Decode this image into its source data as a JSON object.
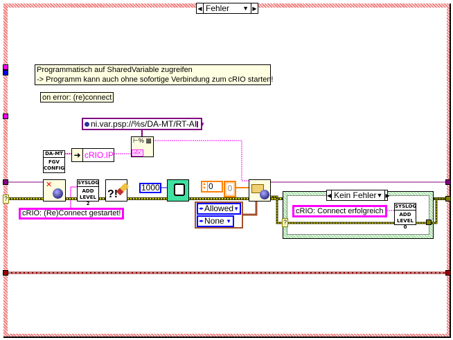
{
  "outer_case": {
    "selector": "Fehler"
  },
  "comments": {
    "line1": "Programmatisch auf SharedVariable zugreifen",
    "line2": "-> Programm kann auch ohne sofortige Verbindung zum cRIO starten!",
    "on_error": "on error: (re)connect"
  },
  "path_constant": "ni.var.psp://%s/DA-MT/RT-AI",
  "fgv": {
    "header": "DA-MT",
    "line1": "FGV",
    "line2": "CONFIG"
  },
  "unbundle_field": "cRIO.IP",
  "syslog2": {
    "header": "SYSLOG",
    "line1": "ADD",
    "line2": "LEVEL 2"
  },
  "syslog0": {
    "header": "SYSLOG",
    "line1": "ADD",
    "line2": "LEVEL 0"
  },
  "start_message": "cRIO: (Re)Connect gestartet!",
  "wait_ms": "1000",
  "numeric1": "0",
  "numeric2": "0",
  "enum1": "Allowed",
  "enum2": "None",
  "inner_case": {
    "selector": "Kein Fehler",
    "message": "cRIO: Connect erfolgreich"
  },
  "error_terminal": "?",
  "format_abc": "abc",
  "colors": {
    "string_wire": "#ff00ff",
    "error_wire": "#b8b800",
    "case_frame": "#f08080",
    "inner_frame": "#a8e0a8",
    "refnum": "#800080"
  }
}
